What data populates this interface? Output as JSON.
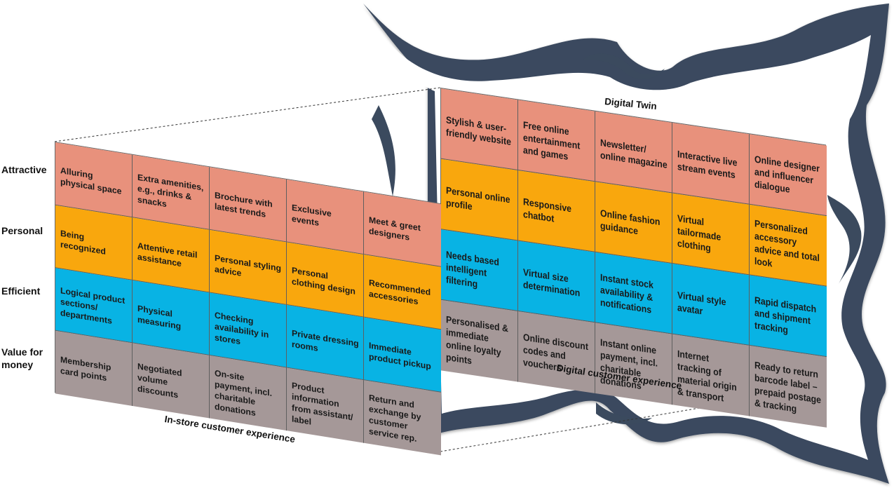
{
  "row_labels": [
    "Attractive",
    "Personal",
    "Efficient",
    "Value for money"
  ],
  "instore": {
    "caption": "In-store customer experience",
    "rows": [
      [
        "Alluring physical space",
        "Extra amenities, e.g., drinks & snacks",
        "Brochure with latest trends",
        "Exclusive events",
        "Meet & greet designers"
      ],
      [
        "Being recognized",
        "Attentive retail assistance",
        "Personal styling advice",
        "Personal clothing design",
        "Recommended accessories"
      ],
      [
        "Logical product sections/ departments",
        "Physical measuring",
        "Checking availability in stores",
        "Private dressing rooms",
        "Immediate product pickup"
      ],
      [
        "Membership card points",
        "Negotiated volume discounts",
        "On-site payment, incl. charitable donations",
        "Product information from assistant/ label",
        "Return and exchange by customer service rep."
      ]
    ]
  },
  "digital": {
    "title": "Digital Twin",
    "caption": "Digital customer experience",
    "rows": [
      [
        "Stylish & user-friendly website",
        "Free online entertainment and games",
        "Newsletter/ online magazine",
        "Interactive live stream events",
        "Online designer and influencer dialogue"
      ],
      [
        "Personal online profile",
        "Responsive chatbot",
        "Online fashion guidance",
        "Virtual tailormade clothing",
        "Personalized accessory advice and total look"
      ],
      [
        "Needs based intelligent filtering",
        "Virtual size determination",
        "Instant stock availability & notifications",
        "Virtual style avatar",
        "Rapid dispatch and shipment tracking"
      ],
      [
        "Personalised & immediate online loyalty points",
        "Online discount codes and vouchers",
        "Instant online payment, incl. charitable donations",
        "Internet tracking of material origin & transport",
        "Ready to return barcode label – prepaid postage & tracking"
      ]
    ]
  },
  "colors": {
    "attractive": "#e8917c",
    "personal": "#f9a70d",
    "efficient": "#08b3e4",
    "value": "#a59898",
    "frame": "#3b4a5e"
  }
}
